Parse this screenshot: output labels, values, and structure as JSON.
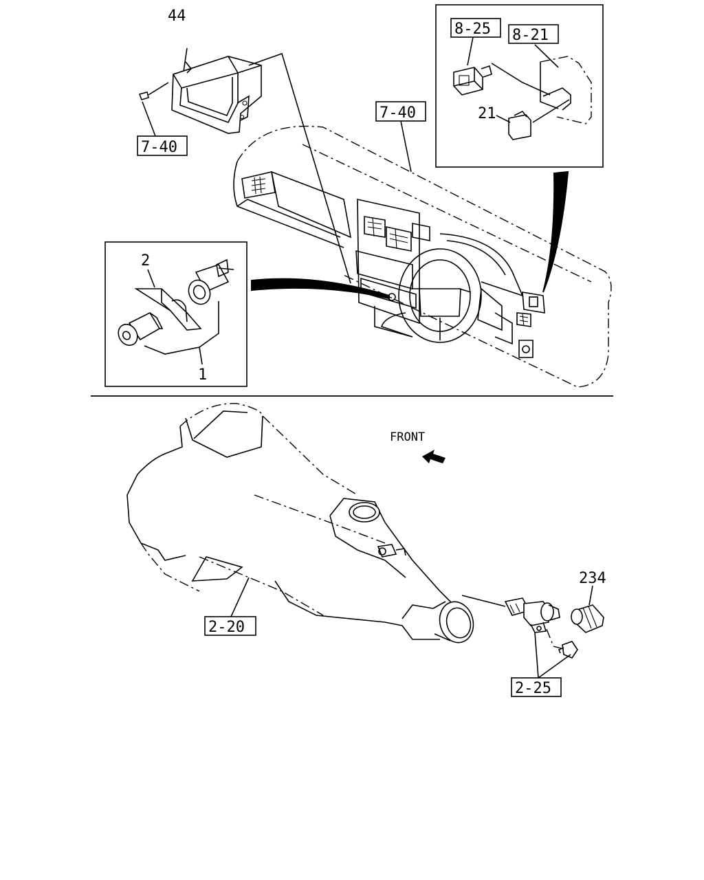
{
  "labels": {
    "cigarette_box": "44",
    "screw_ref_top": "7-40",
    "dash_ref": "7-40",
    "inset_switch_ref": "8-25",
    "inset_panel_ref": "8-21",
    "inset_cap": "21",
    "lighter_bracket": "2",
    "lighter": "1",
    "front": "FRONT",
    "transmission_ref": "2-20",
    "sensor_ref": "2-25",
    "sensor_part": "234"
  }
}
